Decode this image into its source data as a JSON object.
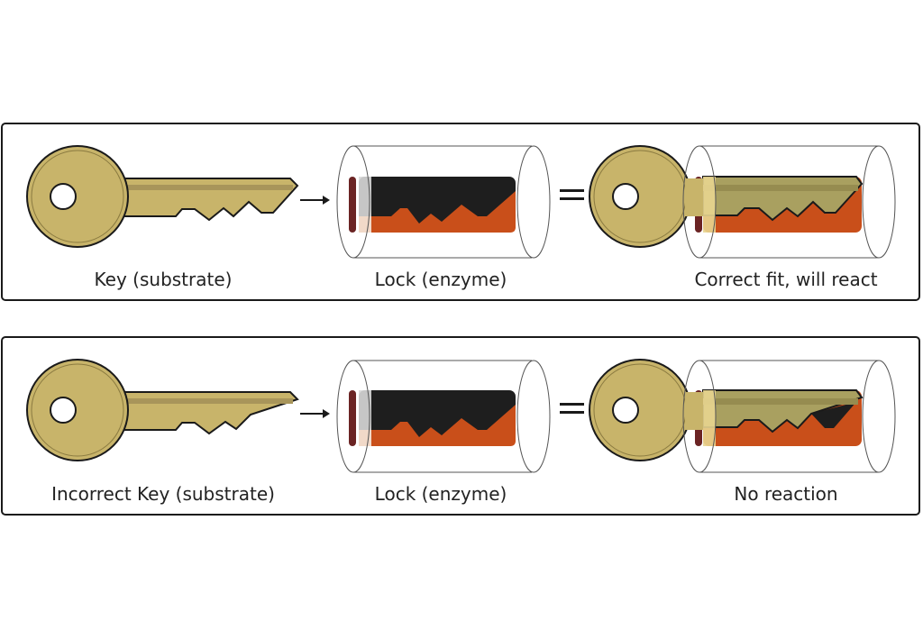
{
  "title": "Lock and key model of enzyme-substrate interaction",
  "colors": {
    "key_gold": "#c8b46a",
    "key_stripe": "#a8955a",
    "key_outline": "#1a1a1a",
    "lock_black": "#1e1e1e",
    "lock_orange": "#c94f1a",
    "lock_rim": "#6b2424",
    "frame": "#1a1a1a"
  },
  "symbols": {
    "arrow": "arrow-right",
    "equals": "equals-sign"
  },
  "panels": [
    {
      "id": "correct",
      "key_label": "Key (substrate)",
      "lock_label": "Lock (enzyme)",
      "result_label": "Correct fit, will react",
      "key_type": "matching"
    },
    {
      "id": "incorrect",
      "key_label": "Incorrect Key (substrate)",
      "lock_label": "Lock (enzyme)",
      "result_label": "No reaction",
      "key_type": "non-matching"
    }
  ]
}
